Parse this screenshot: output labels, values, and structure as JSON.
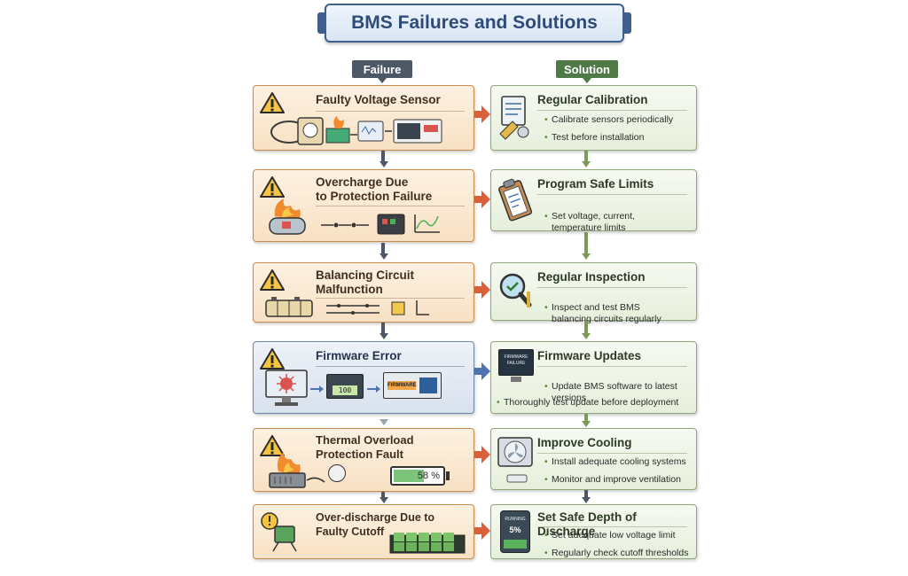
{
  "title": "BMS Failures and Solutions",
  "columns": {
    "failure": "Failure",
    "solution": "Solution"
  },
  "rows": [
    {
      "failure": {
        "title": "Faulty Voltage Sensor",
        "icon": "voltage-sensor-icon"
      },
      "solution": {
        "title": "Regular Calibration",
        "icon": "calibration-icon",
        "bullets": [
          "Calibrate sensors periodically",
          "Test before installation"
        ]
      }
    },
    {
      "failure": {
        "title": "Overcharge Due\nto Protection Failure",
        "icon": "burning-battery-icon"
      },
      "solution": {
        "title": "Program Safe Limits",
        "icon": "clipboard-icon",
        "bullets": [
          "Set voltage, current,\ntemperature limits"
        ]
      }
    },
    {
      "failure": {
        "title": "Balancing Circuit\nMalfunction",
        "icon": "battery-cells-icon"
      },
      "solution": {
        "title": "Regular Inspection",
        "icon": "magnifier-icon",
        "bullets": [
          "Inspect and test  BMS\nbalancing circuits regularly"
        ]
      }
    },
    {
      "failure": {
        "title": "Firmware Error",
        "icon": "monitor-error-icon",
        "display_value": "100",
        "chip_label": "FIRMWARE"
      },
      "solution": {
        "title": "Firmware Updates",
        "icon": "monitor-update-icon",
        "screen_label": "FIRMWARE\nFAILURE",
        "bullets": [
          "Update BMS software to latest\nversions",
          "Thoroughly test update before deployment"
        ]
      }
    },
    {
      "failure": {
        "title": "Thermal Overload\nProtection Fault",
        "icon": "overheating-icon",
        "battery_level": "58 %"
      },
      "solution": {
        "title": "Improve Cooling",
        "icon": "fan-icon",
        "bullets": [
          "Install adequate cooling systems",
          "Monitor and improve ventilation"
        ]
      }
    },
    {
      "failure": {
        "title": "Over-discharge Due to\nFaulty Cutoff",
        "icon": "battery-pack-icon"
      },
      "solution": {
        "title": "Set Safe Depth of Discharge",
        "icon": "battery-gauge-icon",
        "gauge_label": "RUNNING",
        "gauge_value": "5%",
        "bullets": [
          "Set adequate low voltage limit",
          "Regularly check cutoff thresholds"
        ]
      }
    }
  ],
  "colors": {
    "failure_fill": "#f8e1c4",
    "failure_border": "#c98a4a",
    "firmware_fill": "#d8e1ee",
    "solution_fill": "#e6efdb",
    "arrow": "#d9603b",
    "firmware_arrow": "#4f73b0"
  }
}
